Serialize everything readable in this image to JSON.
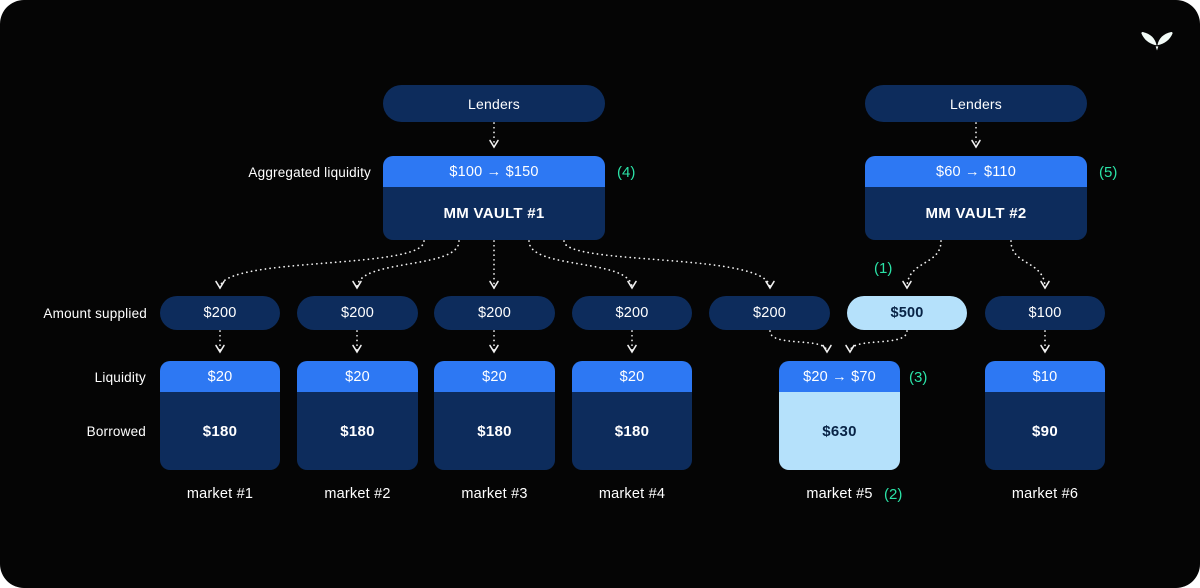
{
  "brand": {
    "logo": "morpho-logo"
  },
  "labels": {
    "aggregated_liquidity": "Aggregated liquidity",
    "amount_supplied": "Amount supplied",
    "liquidity": "Liquidity",
    "borrowed": "Borrowed"
  },
  "lenders": [
    {
      "label": "Lenders"
    },
    {
      "label": "Lenders"
    }
  ],
  "vaults": [
    {
      "aggregated_liquidity": "$100 → $150",
      "name": "MM VAULT #1",
      "step": "(4)"
    },
    {
      "aggregated_liquidity": "$60 → $110",
      "name": "MM VAULT #2",
      "step": "(5)"
    }
  ],
  "supplied": [
    {
      "value": "$200"
    },
    {
      "value": "$200"
    },
    {
      "value": "$200"
    },
    {
      "value": "$200"
    },
    {
      "value": "$200"
    },
    {
      "value": "$500",
      "highlight": true,
      "step": "(1)"
    },
    {
      "value": "$100"
    }
  ],
  "markets": [
    {
      "label": "market #1",
      "liquidity": "$20",
      "borrowed": "$180"
    },
    {
      "label": "market #2",
      "liquidity": "$20",
      "borrowed": "$180"
    },
    {
      "label": "market #3",
      "liquidity": "$20",
      "borrowed": "$180"
    },
    {
      "label": "market #4",
      "liquidity": "$20",
      "borrowed": "$180"
    },
    {
      "label": "market #5",
      "liquidity": "$20 → $70",
      "borrowed": "$630",
      "liquidity_step": "(3)",
      "label_step": "(2)",
      "highlight": true
    },
    {
      "label": "market #6",
      "liquidity": "$10",
      "borrowed": "$90"
    }
  ],
  "flows": [
    {
      "from": "lenders-1",
      "to": "vault-1"
    },
    {
      "from": "lenders-2",
      "to": "vault-2"
    },
    {
      "from": "vault-1",
      "to": "supplied-1"
    },
    {
      "from": "vault-1",
      "to": "supplied-2"
    },
    {
      "from": "vault-1",
      "to": "supplied-3"
    },
    {
      "from": "vault-1",
      "to": "supplied-4"
    },
    {
      "from": "vault-1",
      "to": "supplied-5"
    },
    {
      "from": "vault-2",
      "to": "supplied-6"
    },
    {
      "from": "vault-2",
      "to": "supplied-7"
    },
    {
      "from": "supplied-1",
      "to": "market-1"
    },
    {
      "from": "supplied-2",
      "to": "market-2"
    },
    {
      "from": "supplied-3",
      "to": "market-3"
    },
    {
      "from": "supplied-4",
      "to": "market-4"
    },
    {
      "from": "supplied-5",
      "to": "market-5"
    },
    {
      "from": "supplied-6",
      "to": "market-5"
    },
    {
      "from": "supplied-7",
      "to": "market-6"
    }
  ],
  "colors": {
    "background": "#050505",
    "navy": "#0d2c5c",
    "blue": "#2d78f3",
    "light_blue": "#b5e1fb",
    "green": "#2be3a7",
    "text_dark": "#082345"
  }
}
